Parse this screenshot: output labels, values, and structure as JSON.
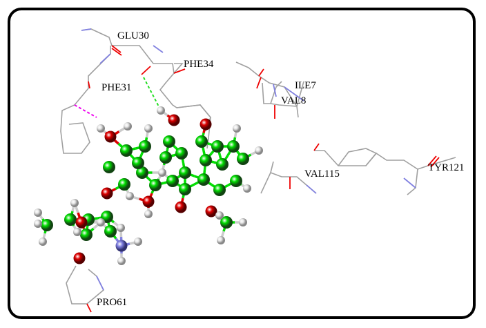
{
  "title": "Ligand docking interaction view",
  "residues": {
    "glu30": "GLU30",
    "phe34": "PHE34",
    "phe31": "PHE31",
    "ile7": "ILE7",
    "val8": "VAL8",
    "val115": "VAL115",
    "tyr121": "TYR121",
    "pro61": "PRO61"
  },
  "colors": {
    "carbon": "#00dd00",
    "oxygen": "#dd0000",
    "nitrogen": "#8080e0",
    "hydrogen": "#e8e8e8",
    "residue_bond": "#a0a0a0",
    "hbond": "#22dd22",
    "pi_interaction": "#ee00ee"
  }
}
